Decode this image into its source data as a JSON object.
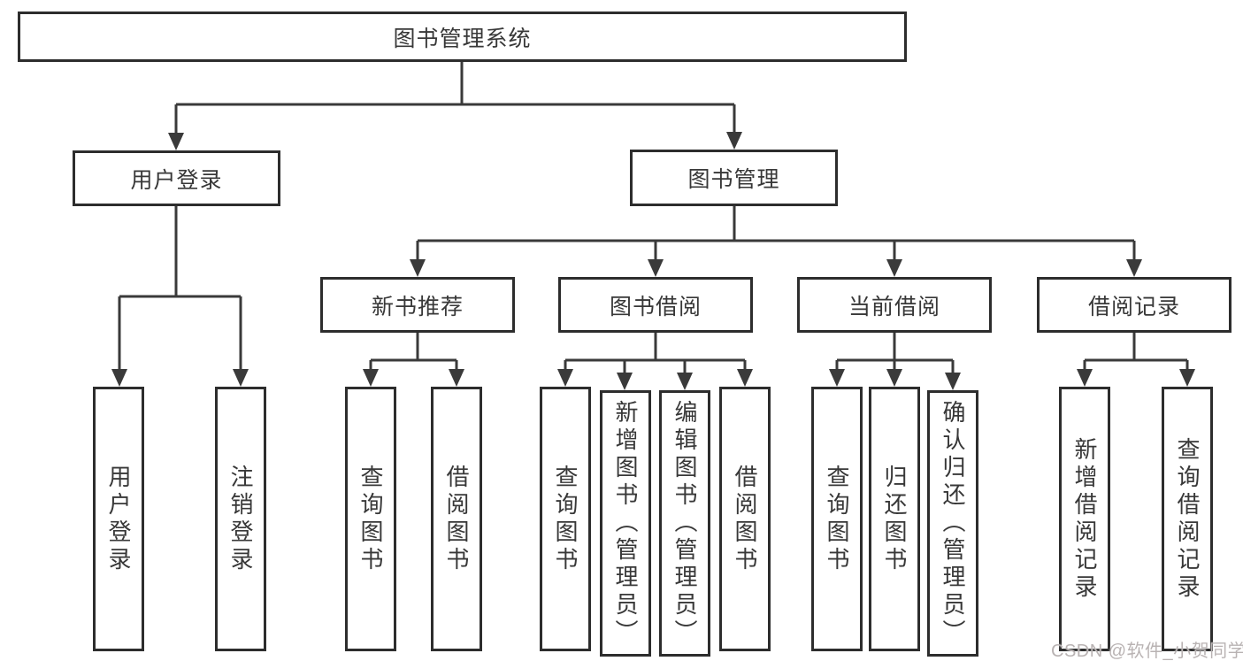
{
  "tree": {
    "label": "图书管理系统",
    "children": [
      {
        "label": "用户登录",
        "children": [
          {
            "label": "用户登录"
          },
          {
            "label": "注销登录"
          }
        ]
      },
      {
        "label": "图书管理",
        "children": [
          {
            "label": "新书推荐",
            "children": [
              {
                "label": "查询图书"
              },
              {
                "label": "借阅图书"
              }
            ]
          },
          {
            "label": "图书借阅",
            "children": [
              {
                "label": "查询图书"
              },
              {
                "label": "新增图书（管理员）"
              },
              {
                "label": "编辑图书（管理员）"
              },
              {
                "label": "借阅图书"
              }
            ]
          },
          {
            "label": "当前借阅",
            "children": [
              {
                "label": "查询图书"
              },
              {
                "label": "归还图书"
              },
              {
                "label": "确认归还（管理员）"
              }
            ]
          },
          {
            "label": "借阅记录",
            "children": [
              {
                "label": "新增借阅记录"
              },
              {
                "label": "查询借阅记录"
              }
            ]
          }
        ]
      }
    ]
  },
  "watermark": {
    "text": "CSDN @软件_小贺同学"
  },
  "colors": {
    "background": "#ffffff",
    "box_border": "#2d2d2d",
    "connector": "#3a3a3a",
    "text": "#383838",
    "watermark": "#b9b3b3"
  }
}
